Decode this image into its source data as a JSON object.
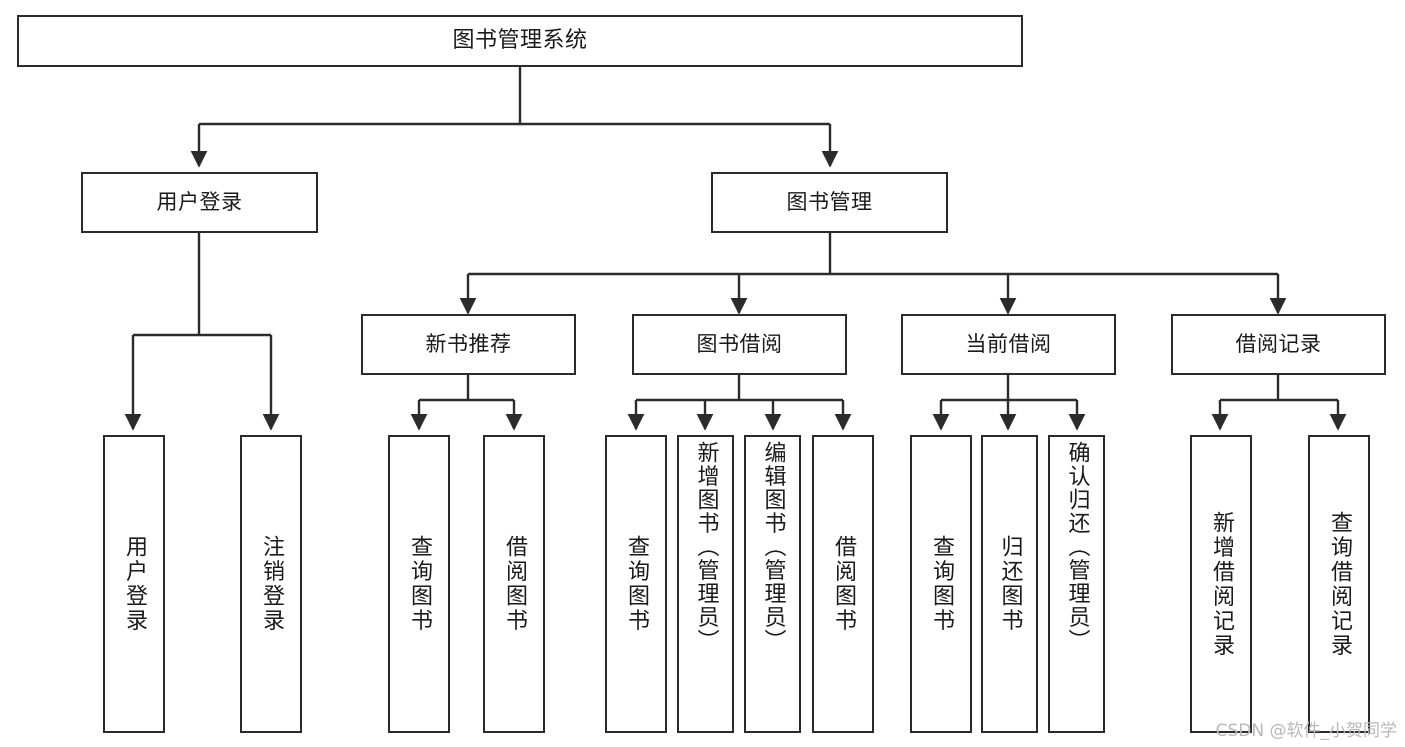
{
  "diagram": {
    "type": "tree-hierarchy",
    "title": "图书管理系统",
    "watermark": "CSDN @软件_小贺同学",
    "colors": {
      "box_border": "#2b2b2b",
      "box_fill": "#ffffff",
      "edge": "#2b2b2b",
      "text": "#1a1a1a",
      "watermark": "#b8b8b8"
    },
    "nodes": {
      "root": {
        "label": "图书管理系统"
      },
      "level1": [
        {
          "label": "用户登录"
        },
        {
          "label": "图书管理"
        }
      ],
      "level2": [
        {
          "label": "新书推荐"
        },
        {
          "label": "图书借阅"
        },
        {
          "label": "当前借阅"
        },
        {
          "label": "借阅记录"
        }
      ],
      "leaves": {
        "user_login": [
          {
            "label": "用户登录"
          },
          {
            "label": "注销登录"
          }
        ],
        "new_book_recommend": [
          {
            "label": "查询图书"
          },
          {
            "label": "借阅图书"
          }
        ],
        "book_borrow": [
          {
            "label": "查询图书"
          },
          {
            "label": "新增图书（管理员）"
          },
          {
            "label": "编辑图书（管理员）"
          },
          {
            "label": "借阅图书"
          }
        ],
        "current_borrow": [
          {
            "label": "查询图书"
          },
          {
            "label": "归还图书"
          },
          {
            "label": "确认归还（管理员）"
          }
        ],
        "borrow_record": [
          {
            "label": "新增借阅记录"
          },
          {
            "label": "查询借阅记录"
          }
        ]
      }
    }
  }
}
